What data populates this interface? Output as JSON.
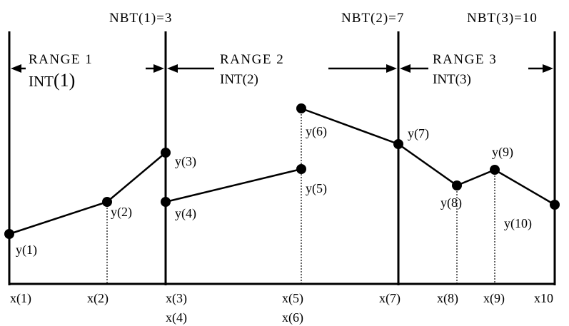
{
  "diagram": {
    "nbt_labels": [
      "NBT(1)=3",
      "NBT(2)=7",
      "NBT(3)=10"
    ],
    "ranges": [
      {
        "name": "RANGE 1",
        "int_prefix": "INT",
        "int_suffix": "(1)"
      },
      {
        "name": "RANGE 2",
        "int": "INT(2)"
      },
      {
        "name": "RANGE 3",
        "int": "INT(3)"
      }
    ],
    "points": [
      {
        "label": "y(1)"
      },
      {
        "label": "y(2)"
      },
      {
        "label": "y(3)"
      },
      {
        "label": "y(4)"
      },
      {
        "label": "y(5)"
      },
      {
        "label": "y(6)"
      },
      {
        "label": "y(7)"
      },
      {
        "label": "y(8)"
      },
      {
        "label": "y(9)"
      },
      {
        "label": "y(10)"
      }
    ],
    "x_labels": [
      "x(1)",
      "x(2)",
      "x(3)",
      "x(4)",
      "x(5)",
      "x(6)",
      "x(7)",
      "x(8)",
      "x(9)",
      "x10"
    ]
  }
}
